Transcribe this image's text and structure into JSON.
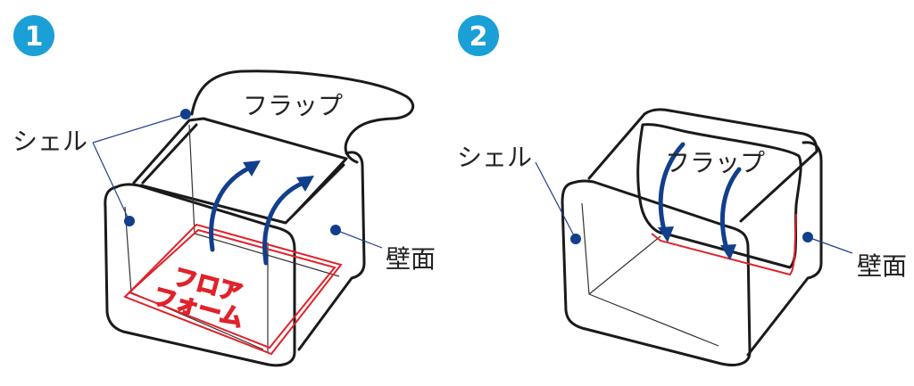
{
  "colors": {
    "badge": "#1a9fd6",
    "leader": "#123f8c",
    "floor_form": "#e0222a"
  },
  "panel1": {
    "number": "1",
    "labels": {
      "shell": "シェル",
      "flap": "フラップ",
      "wall": "壁面",
      "floor_line1": "フロア",
      "floor_line2": "フォーム"
    }
  },
  "panel2": {
    "number": "2",
    "labels": {
      "shell": "シェル",
      "flap": "フラップ",
      "wall": "壁面"
    }
  }
}
